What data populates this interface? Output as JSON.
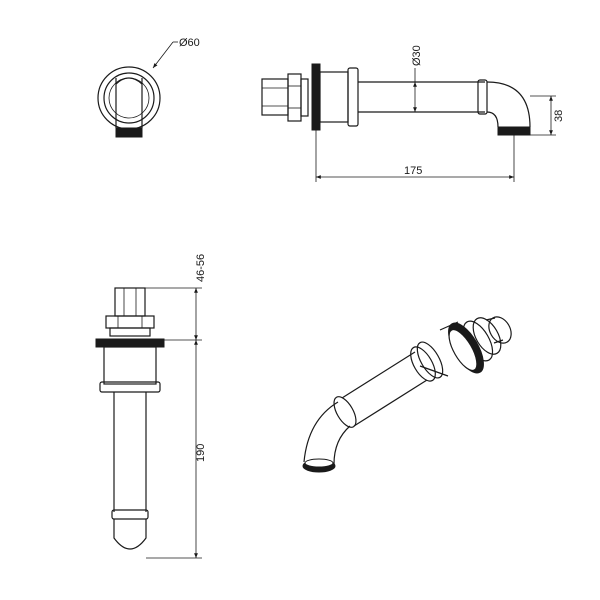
{
  "dimensions": {
    "diameter_flange": "Ø60",
    "diameter_tube": "Ø30",
    "height_outlet": "38",
    "length_spout": "175",
    "thread_range": "46-56",
    "length_body": "190"
  },
  "colors": {
    "line": "#1a1a1a",
    "background": "#ffffff"
  }
}
